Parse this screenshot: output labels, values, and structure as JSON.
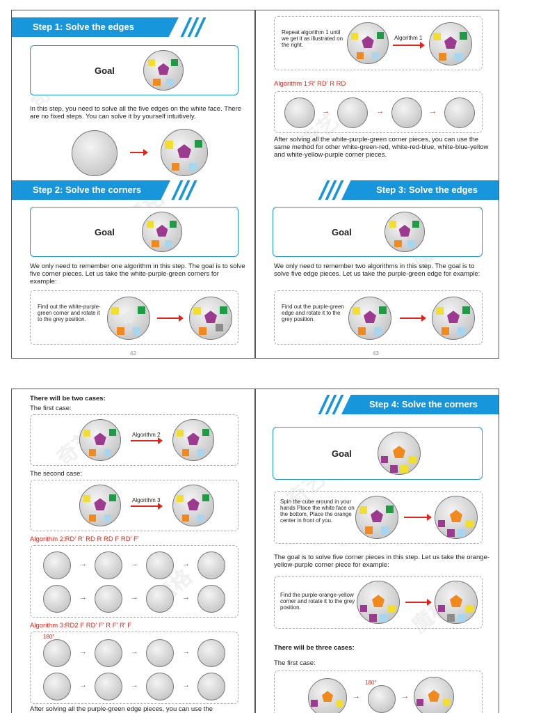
{
  "top_left": {
    "step1_title": "Step 1: Solve the edges",
    "goal1": "Goal",
    "step1_text": "In this step, you need to solve all the five edges on the white face. There are no fixed steps. You can solve it by yourself intuitively.",
    "step2_title": "Step 2: Solve the corners",
    "goal2": "Goal",
    "step2_text": "We only need to remember one algorithm in this step. The goal is to solve five corner pieces. Let us take the white-purple-green corners for example:",
    "find_text": "Find out the white-purple-green corner and rotate it to the grey position.",
    "page_num": "42"
  },
  "top_right": {
    "repeat_text": "Repeat algorithm 1 until we get it as illustrated on the right.",
    "algorithm1_label": "Algorithm 1",
    "algorithm1_moves": "Algorithm 1:R' RD' R RD",
    "after_text": "After solving all the white-purple-green corner pieces, you can use the same method for other white-green-red, white-red-blue, white-blue-yellow and white-yellow-purple corner pieces.",
    "step3_title": "Step 3: Solve the edges",
    "goal3": "Goal",
    "step3_text": "We only need to remember two algorithms in this step. The goal is to solve five edge pieces. Let us take the purple-green edge for example:",
    "find_text": "Find out the purple-green edge and rotate it to the grey position.",
    "page_num": "43"
  },
  "bottom_left": {
    "cases_title": "There will be two cases:",
    "first_case": "The first case:",
    "algorithm2_label": "Algorithm 2",
    "second_case": "The second case:",
    "algorithm3_label": "Algorithm 3",
    "algorithm2_moves": "Algorithm 2:RD' R' RD R RD F RD' F'",
    "algorithm3_moves": "Algorithm 3:RD2 F RD' F' R F' R' F",
    "deg180": "180°",
    "after_text": "After solving all the purple-green edge pieces, you can use the"
  },
  "bottom_right": {
    "step4_title": "Step 4: Solve the corners",
    "goal4": "Goal",
    "spin_text": "Spin the cube around in your hands Place the white face on the bottom, Place the orange center in front of you.",
    "goal_text": "The goal is to solve five corner pieces in this step. Let us take the orange-yellow-purple corner piece for example:",
    "find_text": "Find the purple-orange-yellow corner and rotate it to the grey position.",
    "cases_title": "There will be three cases:",
    "first_case": "The first case:",
    "deg180": "180°"
  },
  "colors": {
    "banner_blue": "#1796dc",
    "algorithm_red": "#e2231a",
    "purple": "#9b3a8e",
    "green": "#1f9a45",
    "yellow": "#f2de2e",
    "orange": "#f08a1e",
    "light_blue": "#a9d6ef",
    "grey": "#8c8c8c"
  }
}
